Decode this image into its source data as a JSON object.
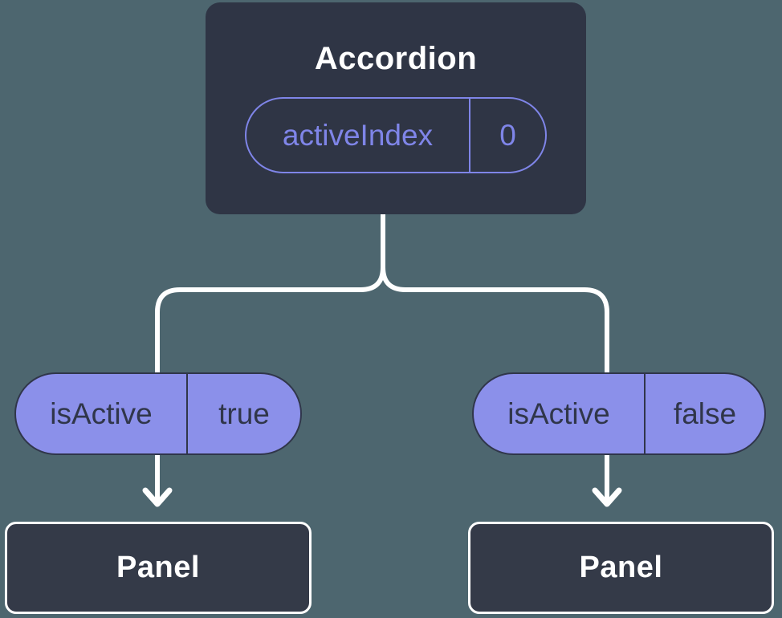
{
  "colors": {
    "background": "#4d666f",
    "node_fill": "#2f3545",
    "panel_fill": "#343a48",
    "accent_purple": "#7f85e8",
    "pill_fill": "#8b90ea",
    "pill_border": "#30364a",
    "pill_text": "#30364a",
    "connector": "#ffffff",
    "text_light": "#ffffff"
  },
  "tree": {
    "root": {
      "title": "Accordion",
      "prop": {
        "name": "activeIndex",
        "value": "0"
      }
    },
    "branches": [
      {
        "prop": {
          "name": "isActive",
          "value": "true"
        },
        "child": "Panel"
      },
      {
        "prop": {
          "name": "isActive",
          "value": "false"
        },
        "child": "Panel"
      }
    ]
  }
}
